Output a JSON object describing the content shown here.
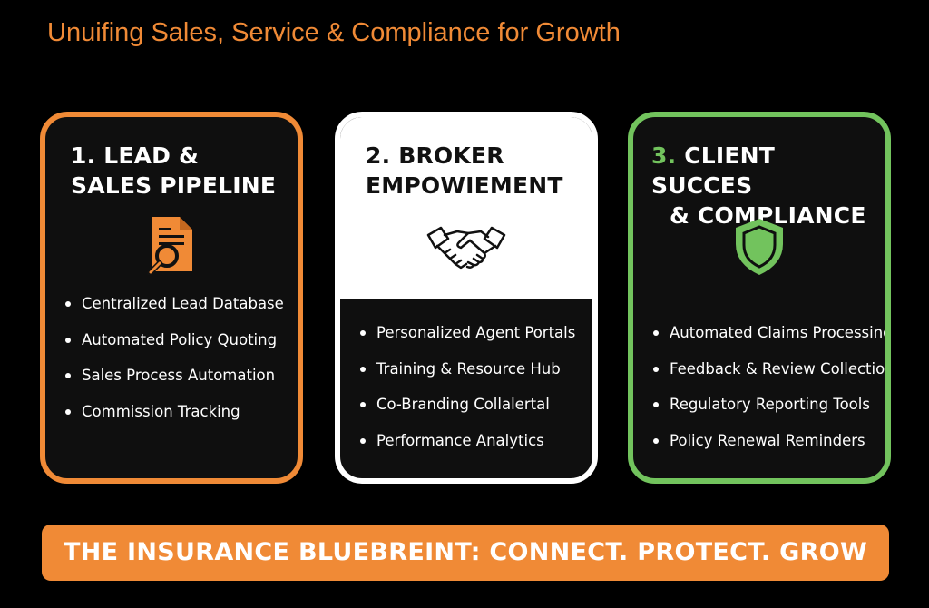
{
  "title": "Unuifing Sales, Service & Compliance for Growth",
  "cards": [
    {
      "heading_line1": "1. LEAD &",
      "heading_line2": "SALES PIPELINE",
      "icon": "document-search-icon",
      "color": "#f08a36",
      "items": [
        "Centralized Lead Database",
        "Automated Policy Quoting",
        "Sales Process Automation",
        "Commission Tracking"
      ]
    },
    {
      "heading_line1": "2. BROKER",
      "heading_line2": "EMPOWIEMENT",
      "icon": "handshake-icon",
      "color": "#ffffff",
      "items": [
        "Personalized Agent Portals",
        "Training & Resource Hub",
        "Co-Branding Collalertal",
        "Performance Analytics"
      ]
    },
    {
      "heading_num": "3.",
      "heading_line1": "CLIENT SUCCES",
      "heading_line2": "& COMPLIANCE",
      "icon": "shield-icon",
      "color": "#72c35d",
      "items": [
        "Automated Claims Processing",
        "Feedback & Review Collection",
        "Regulatory Reporting Tools",
        "Policy Renewal Reminders"
      ]
    }
  ],
  "banner": "THE INSURANCE BLUEBREINT: CONNECT. PROTECT. GROW"
}
